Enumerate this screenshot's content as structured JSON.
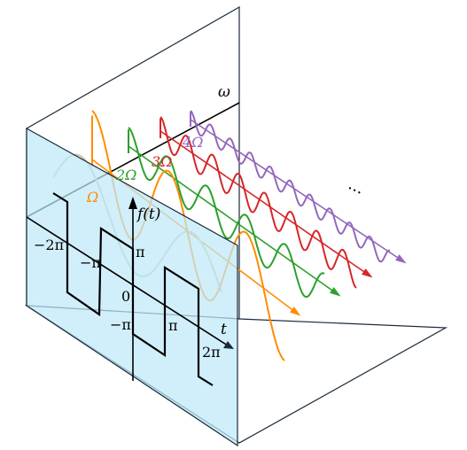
{
  "diagram": {
    "omega_axis_label": "ω",
    "function_label": "f(t)",
    "time_axis_label": "t",
    "origin_label": "0",
    "pi_label": "π",
    "neg_pi_label": "−π",
    "two_pi_label": "2π",
    "neg_two_pi_label": "−2π",
    "ellipsis_label": "...",
    "harmonic_labels": [
      "Ω",
      "2Ω",
      "3Ω",
      "4Ω"
    ]
  },
  "colors": {
    "time_plane_fill": "#bfe9f8",
    "fundamental": "#ff8c00",
    "second_harmonic": "#2ca02c",
    "third_harmonic": "#d62728",
    "fourth_harmonic": "#9467bd",
    "frame": "#1a2a3a",
    "square_wave": "#000000",
    "faint_wave": "#c9c4a8"
  },
  "icons": [
    "square-wave",
    "harmonic-sinusoids",
    "frequency-axis"
  ]
}
